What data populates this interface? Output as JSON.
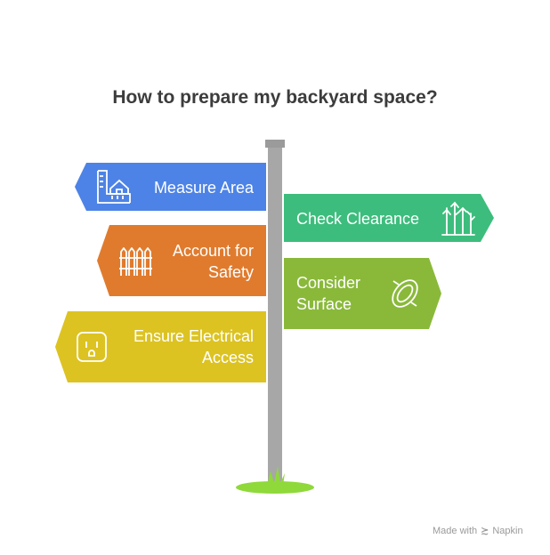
{
  "title": "How to prepare my backyard space?",
  "signs": [
    {
      "id": "measure",
      "lines": [
        "Measure Area"
      ],
      "color": "#4d83e6",
      "icon": "ruler-house-icon",
      "side": "left"
    },
    {
      "id": "clearance",
      "lines": [
        "Check Clearance"
      ],
      "color": "#3dbd7d",
      "icon": "trees-icon",
      "side": "right"
    },
    {
      "id": "safety",
      "lines": [
        "Account for",
        "Safety"
      ],
      "color": "#e07b2e",
      "icon": "fence-icon",
      "side": "left"
    },
    {
      "id": "surface",
      "lines": [
        "Consider",
        "Surface"
      ],
      "color": "#8ab93a",
      "icon": "surface-pad-icon",
      "side": "right"
    },
    {
      "id": "electrical",
      "lines": [
        "Ensure Electrical",
        "Access"
      ],
      "color": "#dcc322",
      "icon": "power-outlet-icon",
      "side": "left"
    }
  ],
  "colors": {
    "pole": "#a7a7a7",
    "pole_cap": "#9b9b9b",
    "grass": "#8fd93a"
  },
  "credit": {
    "prefix": "Made with",
    "brand": "Napkin"
  }
}
